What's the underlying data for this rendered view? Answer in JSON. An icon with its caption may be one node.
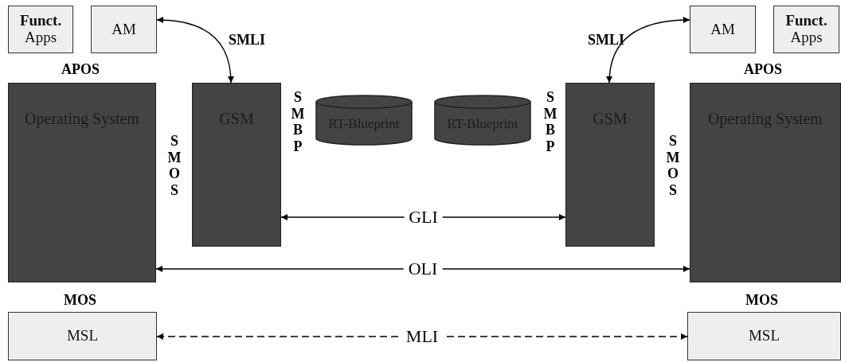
{
  "diagram": {
    "nodes": [
      {
        "text": [
          "**Funct.** Apps"
        ]
      },
      {
        "text": [
          "AM"
        ]
      },
      {
        "text": [
          "AM"
        ]
      },
      {
        "text": [
          "**Funct.** Apps"
        ]
      },
      {
        "text": [
          "Operating System"
        ]
      },
      {
        "text": [
          "GSM"
        ]
      },
      {
        "text": [
          "RT-Blueprint"
        ]
      },
      {
        "text": [
          "RT-Blueprint"
        ]
      },
      {
        "text": [
          "GSM"
        ]
      },
      {
        "text": [
          "Operating System"
        ]
      },
      {
        "text": [
          "MSL"
        ]
      },
      {
        "text": [
          "MSL"
        ]
      }
    ],
    "edges": [
      {
        "from": 1,
        "to": 5,
        "arrow": "both"
      },
      {
        "from": 2,
        "to": 8,
        "arrow": "both"
      },
      {
        "from": 5,
        "to": 8,
        "arrow": "both",
        "label": "GLI"
      },
      {
        "from": 4,
        "to": 9,
        "arrow": "both",
        "label": "OLI"
      },
      {
        "from": 10,
        "to": 11,
        "arrow": "both",
        "label": "MLI",
        "style": "dashed"
      }
    ],
    "labels": [
      "SMLI",
      "SMLI",
      "APOS",
      "APOS",
      "SMBP",
      "SMBP",
      "SMOS",
      "SMOS",
      "MOS",
      "MOS"
    ]
  }
}
